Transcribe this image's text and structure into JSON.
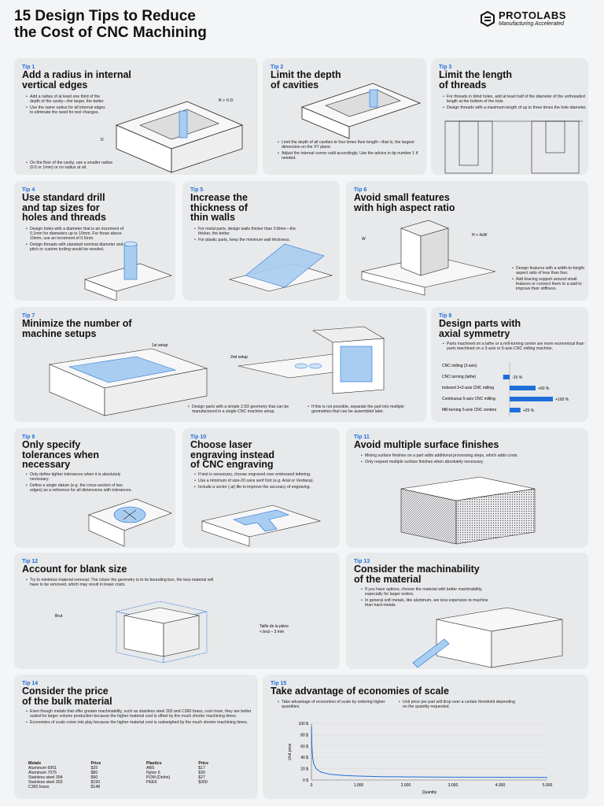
{
  "header": {
    "title_line1": "15 Design Tips to Reduce",
    "title_line2": "the Cost of CNC Machining",
    "brand": "PROTOLABS",
    "tagline": "Manufacturing Accelerated"
  },
  "colors": {
    "accent": "#1e6fd9",
    "light_blue": "#a9cdf0",
    "card": "#e8e9eb"
  },
  "tips": [
    {
      "num": "Tip 1",
      "h1": "Add a radius in internal",
      "h2": "vertical edges",
      "b": [
        "Add a radius of at least one third of the depth of the cavity—the larger, the better.",
        "Use the same radius for all internal edges to eliminate the need for tool changes.",
        "On the floor of the cavity, use a smaller radius (0.5 or 1mm) or no radius at all."
      ],
      "lbl1": "R > ⅓ D",
      "lbl2": "D"
    },
    {
      "num": "Tip 2",
      "h1": "Limit the depth",
      "h2": "of cavities",
      "b": [
        "Limit the depth of all cavities to four times their length—that is, the largest dimension on the XY plane.",
        "Adjust the internal corner radii accordingly. Use the advice in tip number 1 if needed."
      ]
    },
    {
      "num": "Tip 3",
      "h1": "Limit the length",
      "h2": "of threads",
      "b": [
        "For threads in blind holes, add at least half of the diameter of the unthreaded length at the bottom of the hole.",
        "Design threads with a maximum length of up to three times the hole diameter."
      ]
    },
    {
      "num": "Tip 4",
      "h1": "Use standard drill",
      "h2": "and tap sizes for",
      "h3": "holes and threads",
      "b": [
        "Design holes with a diameter that is an increment of 0.1mm for diameters up to 10mm. For those above 10mm, use an increment of 0.5mm.",
        "Design threads with standard nominal diameter and pitch or custom tooling would be needed."
      ]
    },
    {
      "num": "Tip 5",
      "h1": "Increase the",
      "h2": "thickness of",
      "h3": "thin walls",
      "b": [
        "For metal parts, design walls thicker than 0.8mm—the thicker, the better.",
        "For plastic parts, keep the minimum wall thickness."
      ]
    },
    {
      "num": "Tip 6",
      "h1": "Avoid small features",
      "h2": "with high aspect ratio",
      "b": [
        "Design features with a width-to-height aspect ratio of less than four.",
        "Add bracing support around small features or connect them to a wall to improve their stiffness."
      ],
      "lbl1": "H < 4xW",
      "lbl2": "W"
    },
    {
      "num": "Tip 7",
      "h1": "Minimize the number of",
      "h2": "machine setups",
      "b1": "Design parts with a simple 2.5D geometry that can be manufactured in a single CNC machine setup.",
      "b2": "If this is not possible, separate the part into multiple geometries that can be assembled later.",
      "lbl1": "1st setup",
      "lbl2": "2nd setup"
    },
    {
      "num": "Tip 8",
      "h1": "Design parts with",
      "h2": "axial symmetry",
      "b": [
        "Parts machined on a lathe or a mill-turning center are more economical than parts machined on a 3-axis or 5-axis CNC milling machine."
      ]
    },
    {
      "num": "Tip 9",
      "h1": "Only specify",
      "h2": "tolerances when",
      "h3": "necessary",
      "b": [
        "Only define tighter tolerances when it is absolutely necessary.",
        "Define a single datum (e.g. the cross-section of two edges) as a reference for all dimensions with tolerances."
      ]
    },
    {
      "num": "Tip 10",
      "h1": "Choose laser",
      "h2": "engraving instead",
      "h3": "of CNC engraving",
      "b": [
        "If text is necessary, choose engraved over embossed lettering.",
        "Use a minimum of size-20 sans serif font (e.g. Arial or Verdana).",
        "Include a vector (.ai) file to improve the accuracy of engraving."
      ]
    },
    {
      "num": "Tip 11",
      "h1": "Avoid multiple surface finishes",
      "b": [
        "Mixing surface finishes on a part adds additional processing steps, which adds costs.",
        "Only request multiple surface finishes when absolutely necessary."
      ]
    },
    {
      "num": "Tip 12",
      "h1": "Account for blank size",
      "b": [
        "Try to minimize material removal. The closer the geometry is to its bounding box, the less material will have to be removed, which may result in lower costs."
      ],
      "lbl1": "Brut",
      "lbl2": "Taille de la pièce",
      "lbl3": "< brut – 3 mm"
    },
    {
      "num": "Tip 13",
      "h1": "Consider the machinability",
      "h2": "of the material",
      "b": [
        "If you have options, choose the material with better machinability, especially for larger orders.",
        "In general soft metals, like aluminum, are less expensive to machine than hard metals."
      ]
    },
    {
      "num": "Tip 14",
      "h1": "Consider the price",
      "h2": "of the bulk material",
      "b": [
        "Even though metals that offer greater machinability, such as stainless steel 303 and C360 brass, cost more, they are better suited for larger volume production because the higher material cost is offset by the much shorter machining times.",
        "Economies of scale come into play because the higher material cost is outweighed by the much shorter machining times."
      ]
    },
    {
      "num": "Tip 15",
      "h1": "Take advantage of economies of scale",
      "b1": "Take advantage of economies of scale by ordering higher quantities.",
      "b2": "Unit price per part will drop over a certain threshold depending on the quantity requested."
    }
  ],
  "price_table": {
    "metals_head": [
      "Metals",
      "Price"
    ],
    "metals": [
      [
        "Aluminum 6061",
        "$25"
      ],
      [
        "Aluminum 7075",
        "$80"
      ],
      [
        "Stainless steel 304",
        "$90"
      ],
      [
        "Stainless steel 303",
        "$150"
      ],
      [
        "C360 brass",
        "$148"
      ]
    ],
    "plastics_head": [
      "Plastics",
      "Price"
    ],
    "plastics": [
      [
        "ABS",
        "$17"
      ],
      [
        "Nylon 6",
        "$30"
      ],
      [
        "POM (Delrin)",
        "$27"
      ],
      [
        "PEEK",
        "$300"
      ]
    ]
  },
  "chart_data": [
    {
      "type": "bar",
      "orientation": "horizontal",
      "categories": [
        "CNC milling (3-axis)",
        "CNC turning (lathe)",
        "Indexed 3+2-axis CNC milling",
        "Continuous 5-axis CNC milling",
        "Mill-turning 5-axis CNC centers"
      ],
      "values": [
        0,
        -15,
        60,
        100,
        25
      ],
      "labels": [
        "",
        "-15 %",
        "+60 %",
        "+100 %",
        "+25 %"
      ]
    },
    {
      "type": "line",
      "xlabel": "Quantity",
      "ylabel": "Unit price",
      "xlim": [
        0,
        5000
      ],
      "ylim": [
        0,
        100
      ],
      "xticks": [
        "0",
        "1.000",
        "2.000",
        "3.000",
        "4.000",
        "5.000"
      ],
      "yticks": [
        "0 $",
        "20 $",
        "40 $",
        "60 $",
        "80 $",
        "100 $"
      ],
      "series": [
        {
          "x": [
            1,
            10,
            25,
            50,
            100,
            200,
            400,
            700,
            1000,
            1500,
            2000,
            3000,
            4000,
            5000
          ],
          "y": [
            95,
            60,
            40,
            28,
            20,
            14,
            10,
            8,
            7,
            6,
            5.5,
            5,
            4.8,
            4.6
          ]
        }
      ]
    }
  ]
}
